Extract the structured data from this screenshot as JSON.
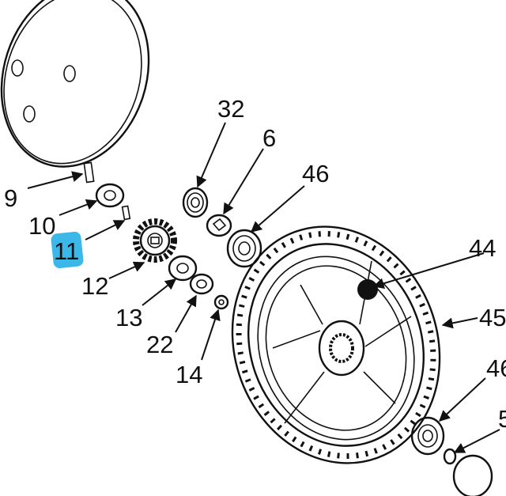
{
  "highlight_color": "#3bb7e8",
  "highlighted_callout": "11",
  "callouts": {
    "c9": "9",
    "c10": "10",
    "c11": "11",
    "c12": "12",
    "c13": "13",
    "c22": "22",
    "c14": "14",
    "c32": "32",
    "c6": "6",
    "c46a": "46",
    "c44": "44",
    "c45": "45",
    "c46b": "46",
    "c5": "5"
  }
}
